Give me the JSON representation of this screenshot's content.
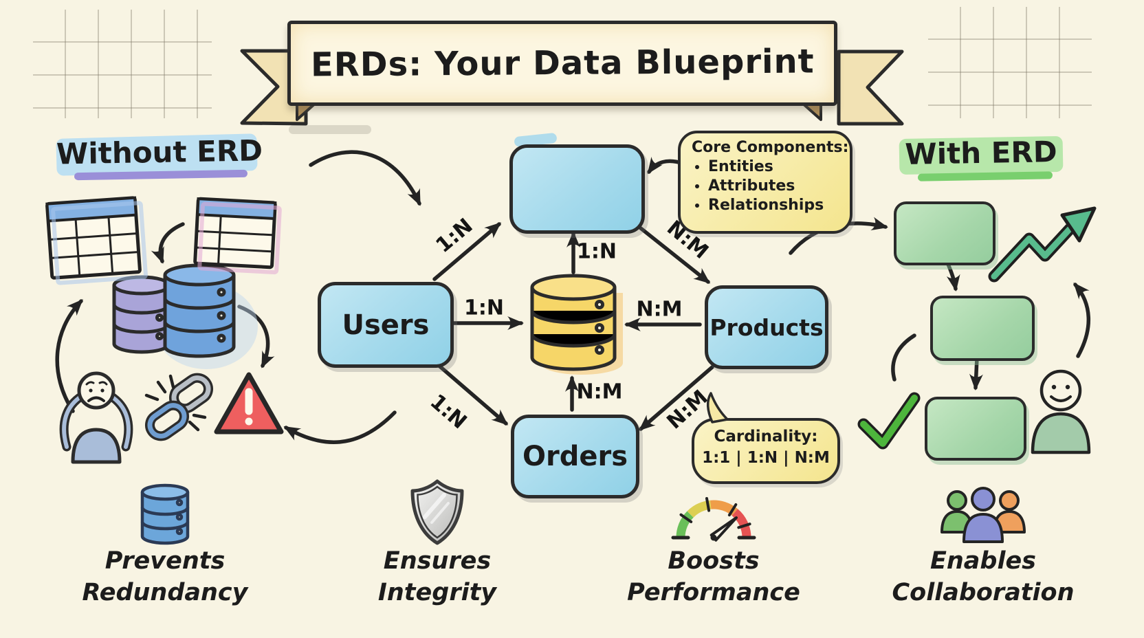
{
  "banner": {
    "title": "ERDs: Your Data Blueprint"
  },
  "sections": {
    "without": {
      "heading": "Without ERD"
    },
    "with": {
      "heading": "With ERD"
    }
  },
  "erd": {
    "entities": [
      {
        "id": "entity-top",
        "label": ""
      },
      {
        "id": "users",
        "label": "Users"
      },
      {
        "id": "products",
        "label": "Products"
      },
      {
        "id": "orders",
        "label": "Orders"
      }
    ],
    "relationships": [
      {
        "id": "users-entity",
        "label": "1:N"
      },
      {
        "id": "users-db",
        "label": "1:N"
      },
      {
        "id": "db-entity",
        "label": "1:N"
      },
      {
        "id": "entity-products",
        "label": "N:M"
      },
      {
        "id": "products-db",
        "label": "N:M"
      },
      {
        "id": "users-orders",
        "label": "1:N"
      },
      {
        "id": "orders-db",
        "label": "N:M"
      },
      {
        "id": "products-orders",
        "label": "N:M"
      }
    ]
  },
  "callouts": {
    "core_components": {
      "title": "Core Components:",
      "items": [
        "Entities",
        "Attributes",
        "Relationships"
      ]
    },
    "cardinality": {
      "title": "Cardinality:",
      "values": "1:1 | 1:N | N:M"
    }
  },
  "benefits": [
    {
      "icon": "database-icon",
      "line1": "Prevents",
      "line2": "Redundancy"
    },
    {
      "icon": "shield-icon",
      "line1": "Ensures",
      "line2": "Integrity"
    },
    {
      "icon": "gauge-icon",
      "line1": "Boosts",
      "line2": "Performance"
    },
    {
      "icon": "people-icon",
      "line1": "Enables",
      "line2": "Collaboration"
    }
  ],
  "colors": {
    "background": "#f8f4e3",
    "ink": "#2b2b2b",
    "entity_blue": "#a5daec",
    "entity_green": "#a5d6a9",
    "db_yellow": "#f6d668",
    "callout_yellow": "#f4e58e",
    "warning_red": "#ee5f5f",
    "highlight_blue": "#b3dcf4",
    "highlight_purple": "#9a8fd8",
    "highlight_green": "#a6e39b",
    "check_green": "#4db53c"
  }
}
